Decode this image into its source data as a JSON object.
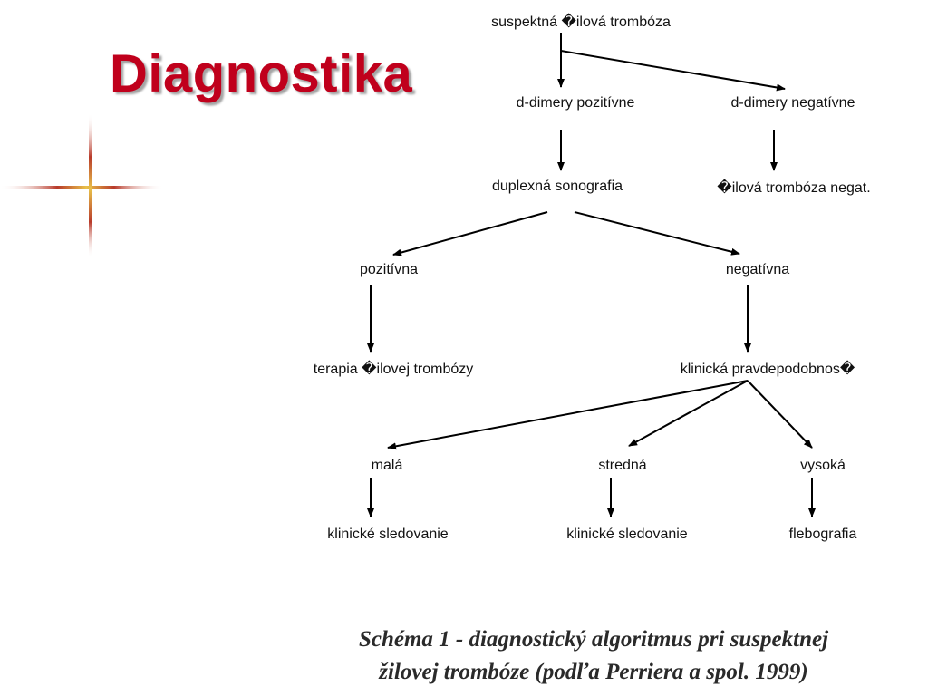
{
  "title": "Diagnostika",
  "colors": {
    "title": "#c0001c",
    "cross_red": "#b83a2a",
    "cross_gold": "#e9c24a",
    "arrows": "#000000"
  },
  "decoration": {
    "icon": "cross-sparkle-icon"
  },
  "flowchart": {
    "nodes": {
      "suspected": "suspektná �ilová trombóza",
      "ddimer_pos": "d-dimery pozitívne",
      "ddimer_neg": "d-dimery negatívne",
      "duplex": "duplexná sonografia",
      "dvt_negative": "�ilová trombóza negat.",
      "positive": "pozitívna",
      "negative": "negatívna",
      "therapy": "terapia �ilovej trombózy",
      "clinical_probability": "klinická pravdepodobnos�",
      "low": "malá",
      "medium": "stredná",
      "high": "vysoká",
      "follow_up_low": "klinické sledovanie",
      "follow_up_medium": "klinické sledovanie",
      "phlebography": "flebografia"
    }
  },
  "caption": {
    "line1": "Schéma 1 - diagnostický algoritmus pri suspektnej",
    "line2": "žilovej trombóze (podľa Perriera a spol. 1999)"
  }
}
